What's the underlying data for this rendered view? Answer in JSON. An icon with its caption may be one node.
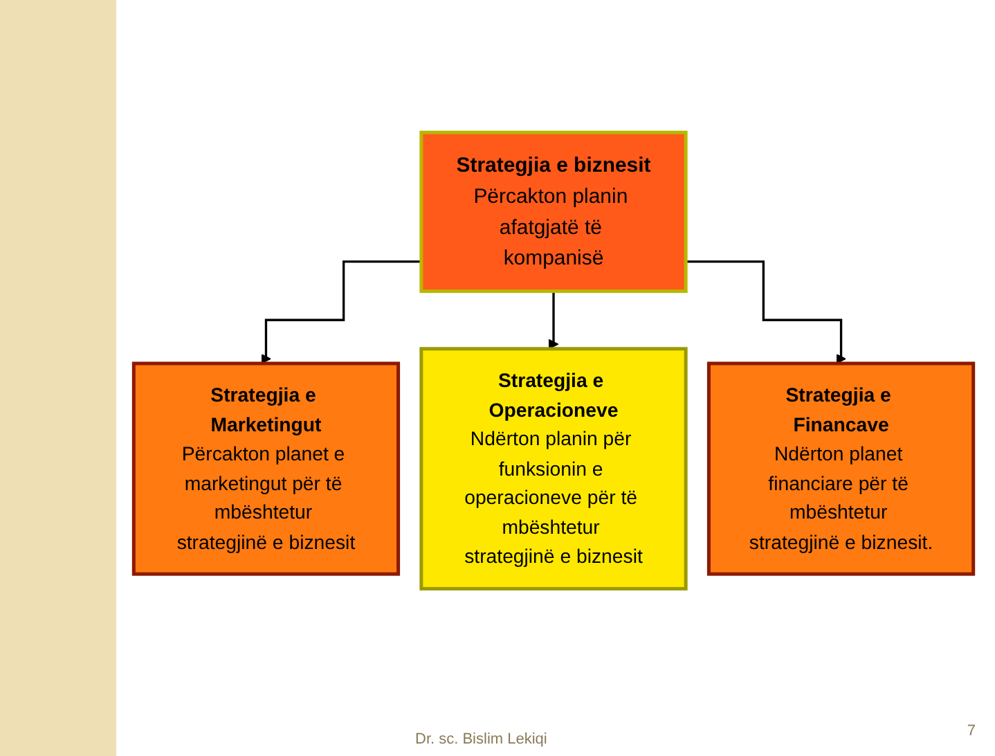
{
  "diagram": {
    "nodes": [
      {
        "text": [
          "Strategjia e biznesit",
          "Përcakton planin afatgjatë të kompanisë"
        ]
      },
      {
        "text": [
          "Strategjia e Marketingut",
          "Përcakton planet e marketingut për të mbështetur strategjinë e biznesit"
        ]
      },
      {
        "text": [
          "Strategjia e Operacioneve",
          "Ndërton planin për funksionin e operacioneve për të mbështetur strategjinë e biznesit"
        ]
      },
      {
        "text": [
          "Strategjia e Financave",
          "Ndërton planet financiare për të mbështetur strategjinë e biznesit."
        ]
      }
    ],
    "edges": [
      {
        "from": 0,
        "to": 1,
        "arrow": "to"
      },
      {
        "from": 0,
        "to": 2,
        "arrow": "to"
      },
      {
        "from": 0,
        "to": 3,
        "arrow": "to"
      }
    ],
    "labels": [
      "Dr. sc. Bislim Lekiqi",
      "7"
    ]
  }
}
